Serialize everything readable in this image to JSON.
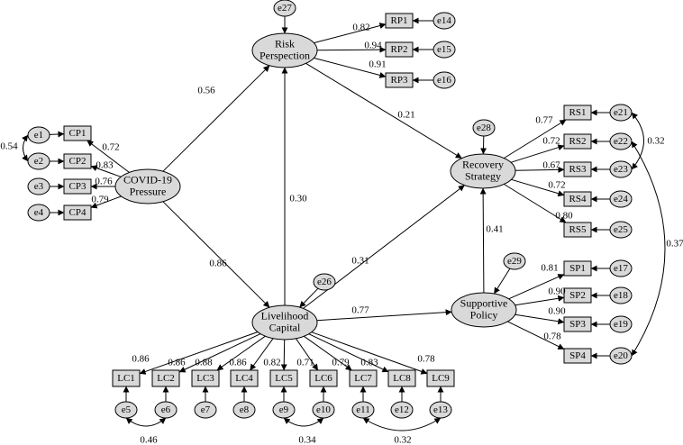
{
  "diagram": {
    "latents": {
      "cp": {
        "lines": [
          "COVID-19",
          "Pressure"
        ]
      },
      "rp": {
        "lines": [
          "Risk",
          "Perspection"
        ]
      },
      "rs": {
        "lines": [
          "Recovery",
          "Strategy"
        ]
      },
      "lc": {
        "lines": [
          "Livelihood",
          "Capital"
        ]
      },
      "sp": {
        "lines": [
          "Supportive",
          "Policy"
        ]
      }
    },
    "indicators": {
      "CP1": "CP1",
      "CP2": "CP2",
      "CP3": "CP3",
      "CP4": "CP4",
      "RP1": "RP1",
      "RP2": "RP2",
      "RP3": "RP3",
      "RS1": "RS1",
      "RS2": "RS2",
      "RS3": "RS3",
      "RS4": "RS4",
      "RS5": "RS5",
      "SP1": "SP1",
      "SP2": "SP2",
      "SP3": "SP3",
      "SP4": "SP4",
      "LC1": "LC1",
      "LC2": "LC2",
      "LC3": "LC3",
      "LC4": "LC4",
      "LC5": "LC5",
      "LC6": "LC6",
      "LC7": "LC7",
      "LC8": "LC8",
      "LC9": "LC9"
    },
    "errors": {
      "e1": "e1",
      "e2": "e2",
      "e3": "e3",
      "e4": "e4",
      "e5": "e5",
      "e6": "e6",
      "e7": "e7",
      "e8": "e8",
      "e9": "e9",
      "e10": "e10",
      "e11": "e11",
      "e12": "e12",
      "e13": "e13",
      "e14": "e14",
      "e15": "e15",
      "e16": "e16",
      "e17": "e17",
      "e18": "e18",
      "e19": "e19",
      "e20": "e20",
      "e21": "e21",
      "e22": "e22",
      "e23": "e23",
      "e24": "e24",
      "e25": "e25",
      "e26": "e26",
      "e27": "e27",
      "e28": "e28",
      "e29": "e29"
    },
    "paths": {
      "cp_rp": "0.56",
      "cp_lc": "0.86",
      "lc_rp": "0.30",
      "rp_rs": "0.21",
      "lc_rs": "0.31",
      "lc_sp": "0.77",
      "sp_rs": "0.41"
    },
    "loadings": {
      "CP1": "0.72",
      "CP2": "0.83",
      "CP3": "0.76",
      "CP4": "0.79",
      "RP1": "0.82",
      "RP2": "0.94",
      "RP3": "0.91",
      "RS1": "0.77",
      "RS2": "0.72",
      "RS3": "0.67",
      "RS4": "0.72",
      "RS5": "0.80",
      "SP1": "0.81",
      "SP2": "0.90",
      "SP3": "0.90",
      "SP4": "0.78",
      "LC1": "0.86",
      "LC2": "0.86",
      "LC3": "0.88",
      "LC4": "0.86",
      "LC5": "0.82",
      "LC6": "0.71",
      "LC7": "0.79",
      "LC8": "0.83",
      "LC9": "0.78"
    },
    "covariances": {
      "e1_e2": "0.54",
      "e5_e6": "0.46",
      "e9_e10": "0.34",
      "e11_e13": "0.32",
      "e21_e23": "0.32",
      "e22_e20": "0.37"
    }
  }
}
